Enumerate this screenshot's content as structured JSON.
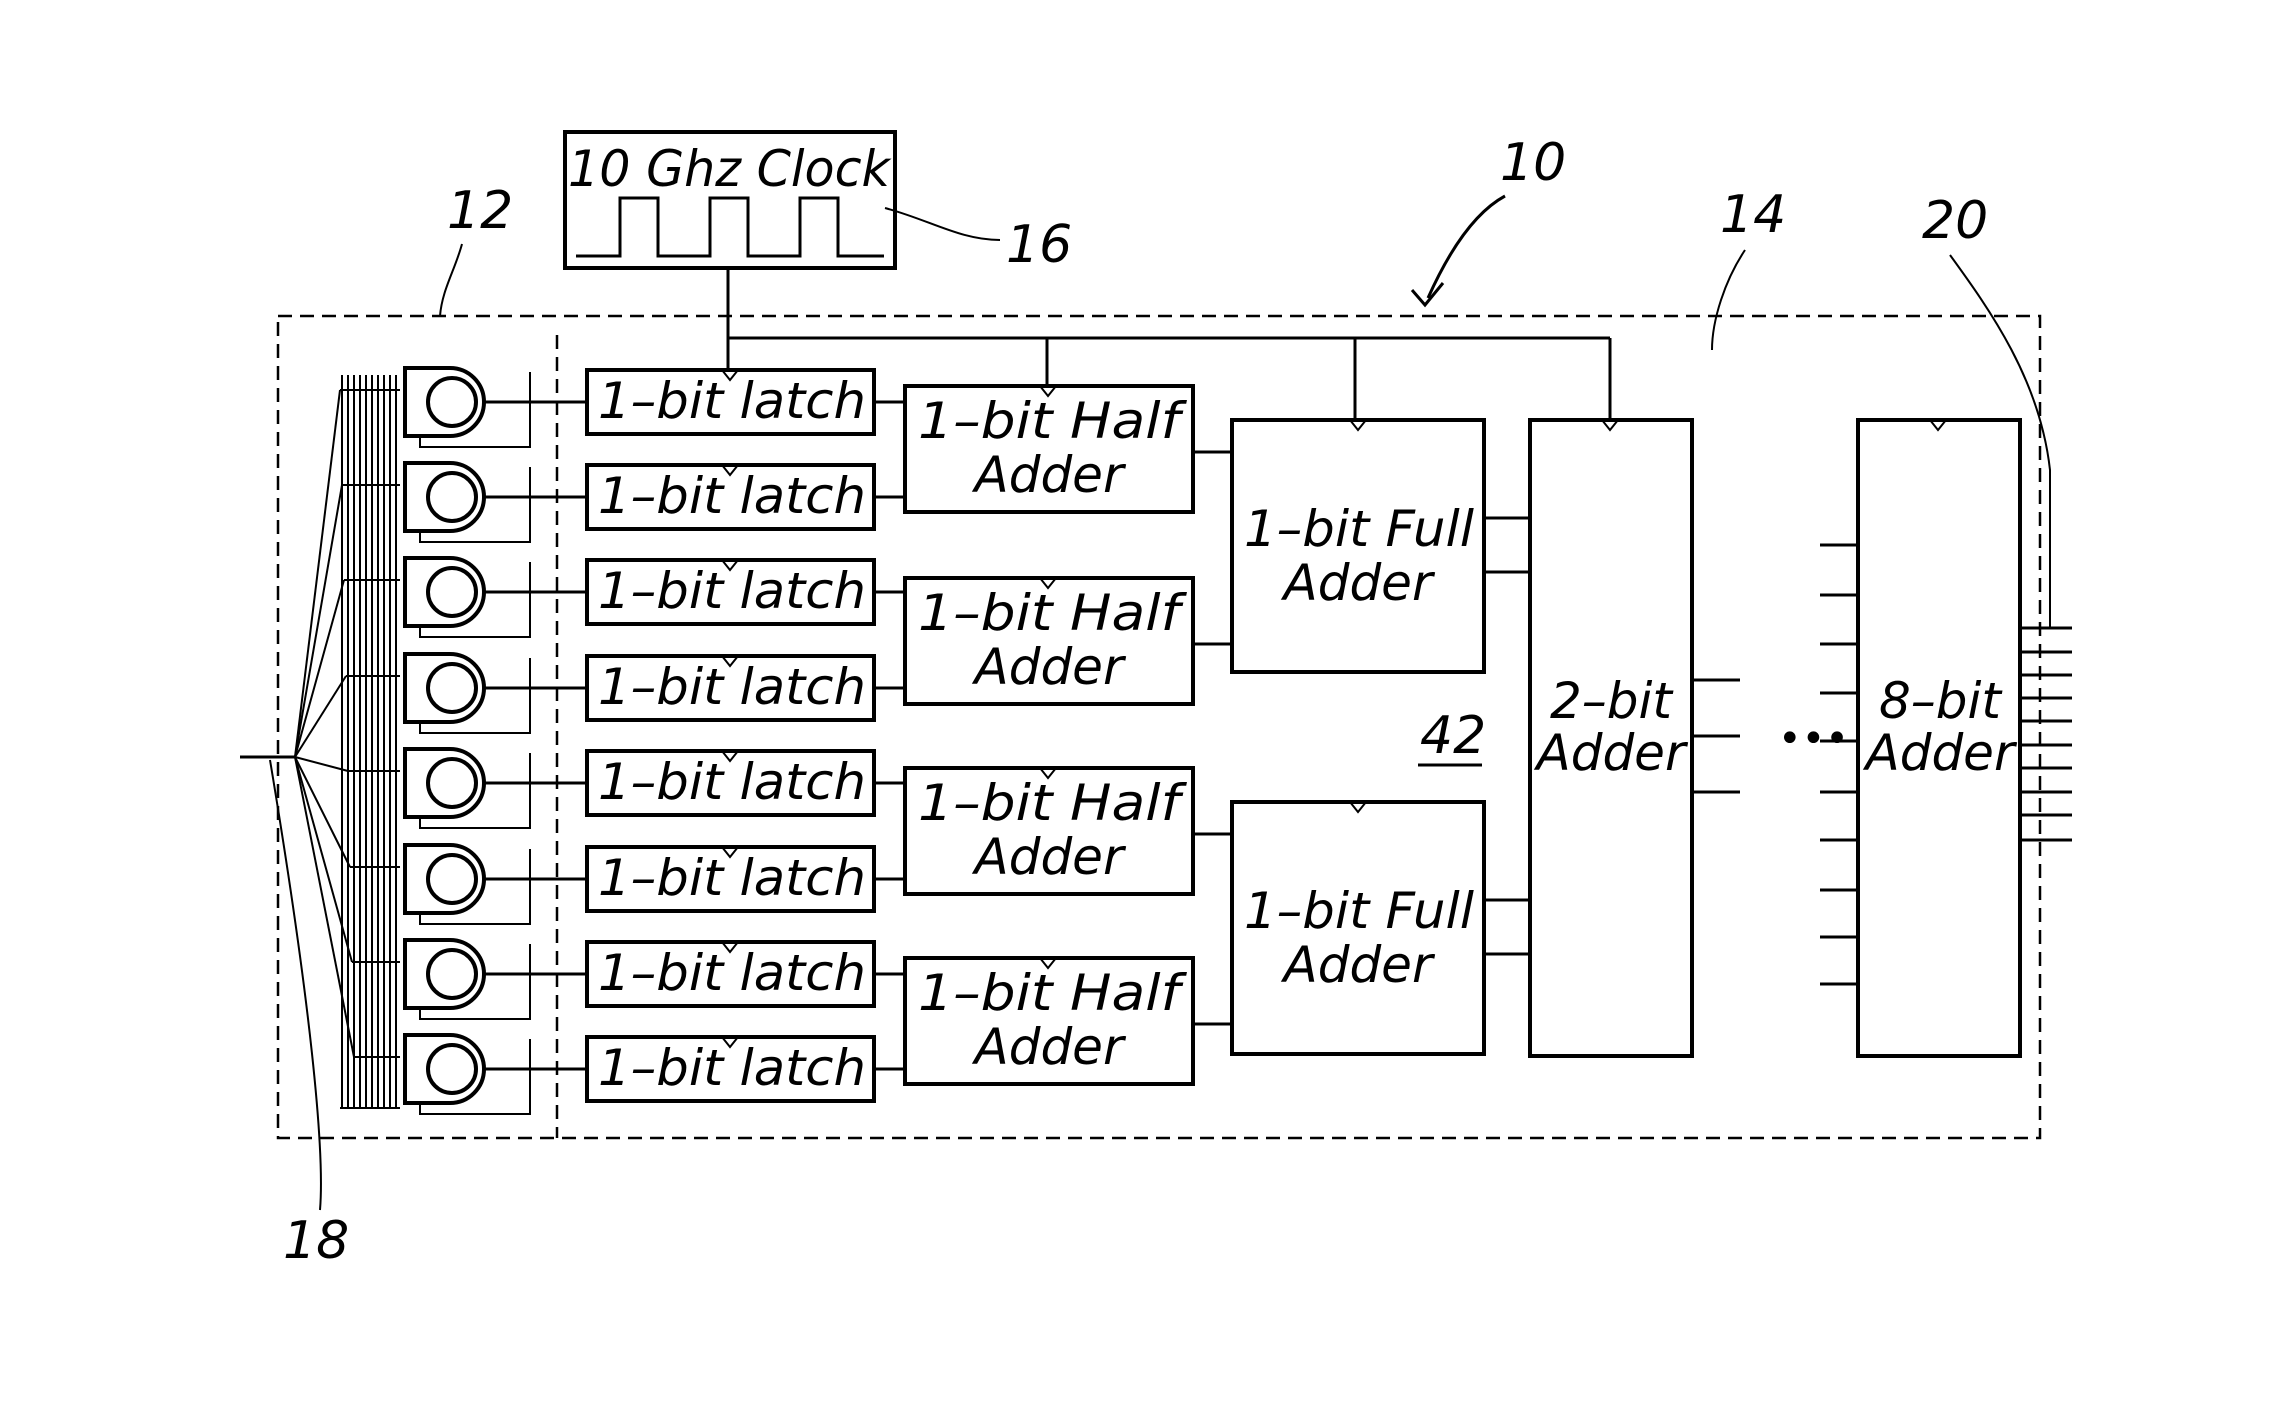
{
  "clock": {
    "label": "10 Ghz Clock"
  },
  "refs": {
    "system": "10",
    "detectors": "12",
    "adder_region": "14",
    "clock": "16",
    "input": "18",
    "output": "20",
    "tree": "42"
  },
  "latch_label": "1–bit latch",
  "half_adder_label": [
    "1–bit Half",
    "Adder"
  ],
  "full_adder_label": [
    "1–bit Full",
    "Adder"
  ],
  "two_bit_adder_label": [
    "2–bit",
    "Adder"
  ],
  "eight_bit_adder_label": [
    "8–bit",
    "Adder"
  ],
  "ellipsis": "•••"
}
